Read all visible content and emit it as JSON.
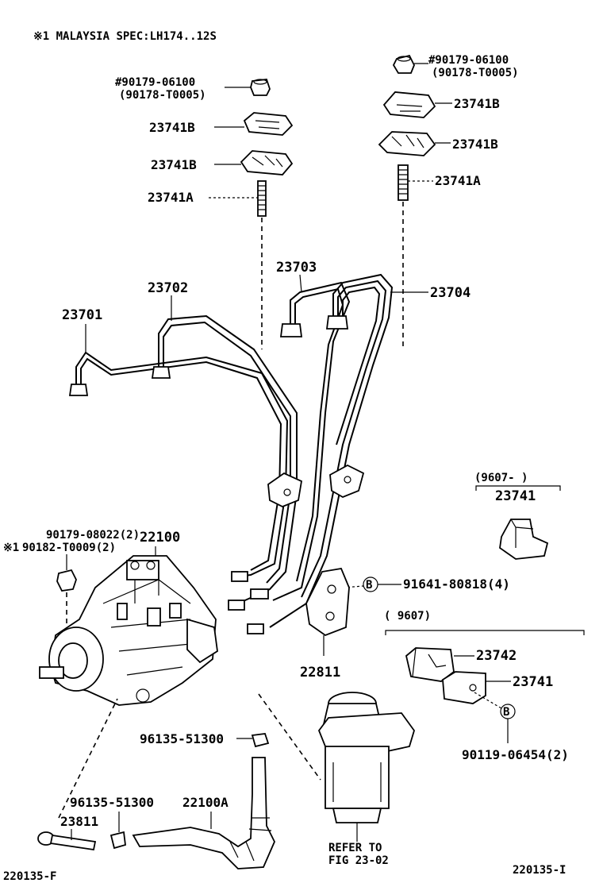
{
  "header_note": "※1 MALAYSIA SPEC:LH174..12S",
  "labels": {
    "nut_left_a": "#90179-06100",
    "nut_left_b": "(90178-T0005)",
    "nut_right_a": "#90179-06100",
    "nut_right_b": "(90178-T0005)",
    "clamp_left_top": "23741B",
    "clamp_left_bottom": "23741B",
    "stud_left": "23741A",
    "clamp_right_top": "23741B",
    "clamp_right_bottom": "23741B",
    "stud_right": "23741A",
    "pipe_23701": "23701",
    "pipe_23702": "23702",
    "pipe_23703": "23703",
    "pipe_23704": "23704",
    "range_new": "(9607-     )",
    "clamp_23741_new": "23741",
    "nut_pump_a": "90179-08022(2)",
    "nut_pump_b_mark": "※1",
    "nut_pump_b": "90182-T0009(2)",
    "pump": "22100",
    "bolt_b_mark": "B",
    "bolt_91641": "91641-80818(4)",
    "range_old": "(      9607)",
    "clamp_23742": "23742",
    "clamp_23741_old": "23741",
    "bolt_b2_mark": "B",
    "bolt_90119": "90119-06454(2)",
    "bracket": "22811",
    "hose_clip_upper": "96135-51300",
    "hose_clip_lower": "96135-51300",
    "hose_23811": "23811",
    "hose_22100a": "22100A",
    "refer_1": "REFER TO",
    "refer_2": "FIG 23-02",
    "fig_left": "220135-F",
    "fig_right": "220135-I"
  }
}
